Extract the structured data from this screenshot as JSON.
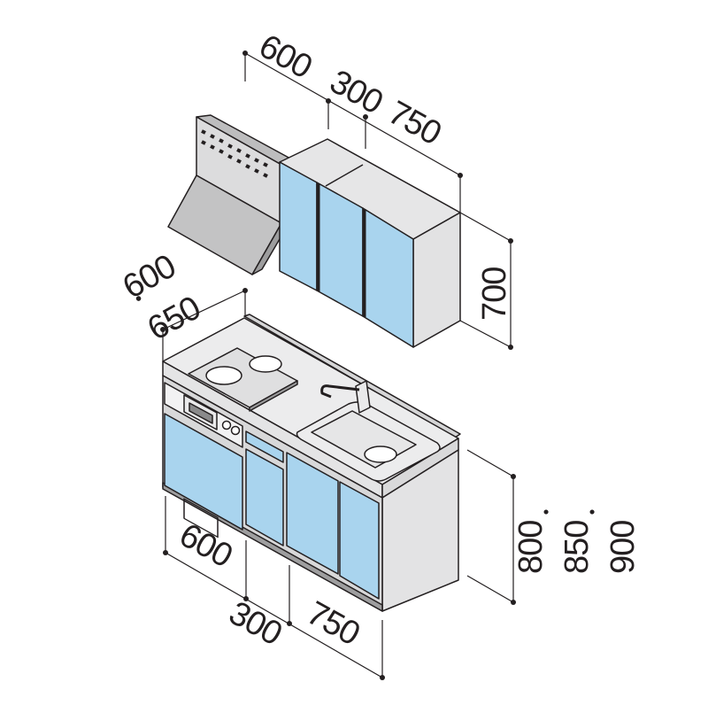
{
  "dimensions": {
    "upper_widths": [
      "600",
      "300",
      "750"
    ],
    "upper_height": "700",
    "depth": {
      "first": "600",
      "dot": "・",
      "second": "650"
    },
    "lower_widths": [
      "600",
      "300",
      "750"
    ],
    "counter_height": {
      "first": "800",
      "dot1": "・",
      "second": "850",
      "dot2": "・",
      "third": "900"
    }
  },
  "colors": {
    "door_blue": "#a9d4ee",
    "cabinet_gray": "#e3e3e4",
    "cabinet_dark": "#cfcfd0",
    "outline": "#231f20",
    "hood_gray": "#c8c8c9"
  }
}
